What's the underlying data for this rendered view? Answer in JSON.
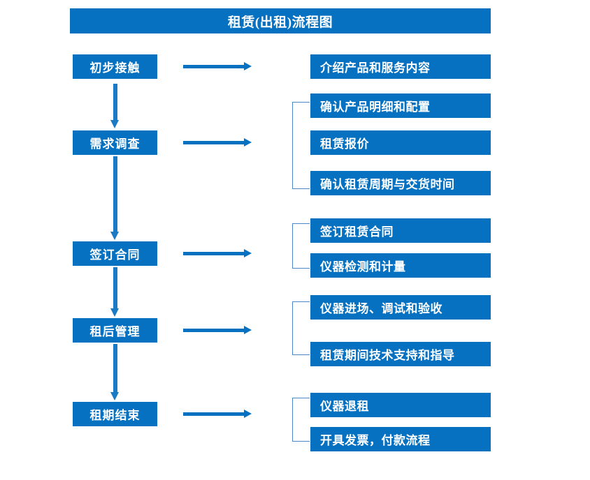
{
  "title": "租赁(出租)流程图",
  "accent_color": "#0571c0",
  "text_color": "#ffffff",
  "background_color": "#ffffff",
  "stages": [
    {
      "label": "初步接触"
    },
    {
      "label": "需求调查"
    },
    {
      "label": "签订合同"
    },
    {
      "label": "租后管理"
    },
    {
      "label": "租期结束"
    }
  ],
  "details": [
    {
      "label": "介绍产品和服务内容"
    },
    {
      "label": "确认产品明细和配置"
    },
    {
      "label": "租赁报价"
    },
    {
      "label": "确认租赁周期与交货时间"
    },
    {
      "label": "签订租赁合同"
    },
    {
      "label": "仪器检测和计量"
    },
    {
      "label": "仪器进场、调试和验收"
    },
    {
      "label": "租赁期间技术支持和指导"
    },
    {
      "label": "仪器退租"
    },
    {
      "label": "开具发票，付款流程"
    }
  ]
}
